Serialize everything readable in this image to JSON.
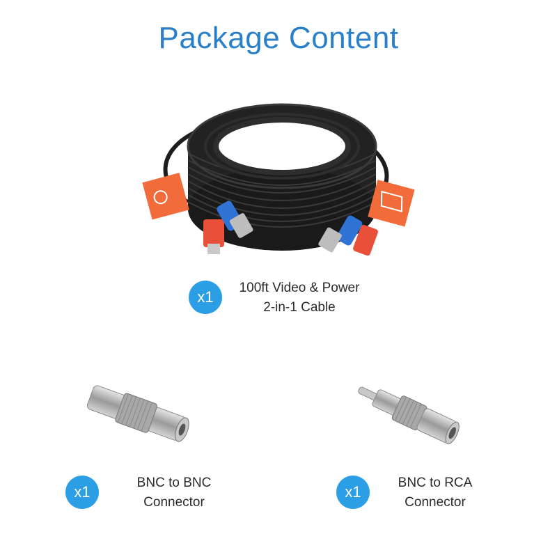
{
  "title": "Package Content",
  "items": [
    {
      "name": "cable",
      "quantity": "x1",
      "label_line1": "100ft Video & Power",
      "label_line2": "2-in-1 Cable"
    },
    {
      "name": "bnc-to-bnc",
      "quantity": "x1",
      "label_line1": "BNC to BNC",
      "label_line2": "Connector"
    },
    {
      "name": "bnc-to-rca",
      "quantity": "x1",
      "label_line1": "BNC to RCA",
      "label_line2": "Connector"
    }
  ],
  "colors": {
    "accent": "#2b9ee6",
    "title": "#2a7fc9",
    "cable": "#1d1d1d",
    "tag": "#f26b3a",
    "red_plug": "#e8503a",
    "blue_plug": "#2f73d4"
  }
}
